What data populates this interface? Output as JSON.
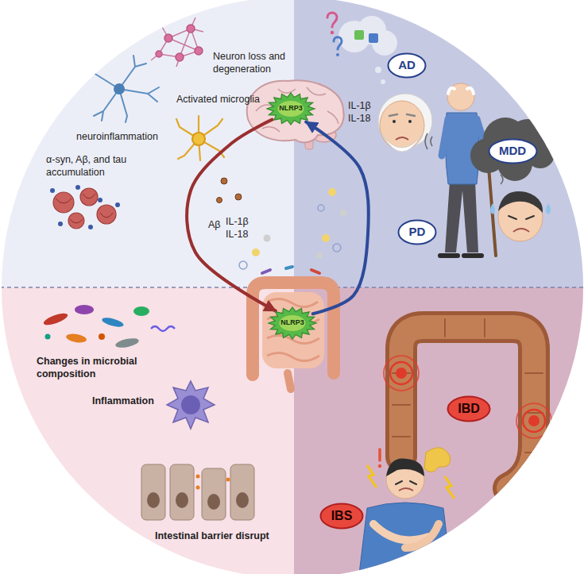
{
  "diagram": {
    "nodes": [
      {
        "text": [
          "NLRP3"
        ]
      },
      {
        "text": [
          "AD"
        ]
      },
      {
        "text": [
          "PD"
        ]
      },
      {
        "text": [
          "MDD"
        ]
      },
      {
        "text": [
          "NLRP3"
        ]
      },
      {
        "text": [
          "IBD"
        ]
      },
      {
        "text": [
          "IBS"
        ]
      }
    ],
    "edges": [
      {
        "from": 0,
        "to": 4,
        "arrow": "to"
      },
      {
        "from": 4,
        "to": 0,
        "arrow": "to"
      }
    ],
    "labels": [
      "Neuron loss and degeneration",
      "Activated microglia",
      "IL-1β",
      "IL-18",
      "neuroinflammation",
      "α-syn, Aβ, and tau accumulation",
      "Aβ",
      "IL-1β",
      "IL-18",
      "Changes in microbial composition",
      "Inflammation",
      "Intestinal barrier disrupt"
    ]
  }
}
